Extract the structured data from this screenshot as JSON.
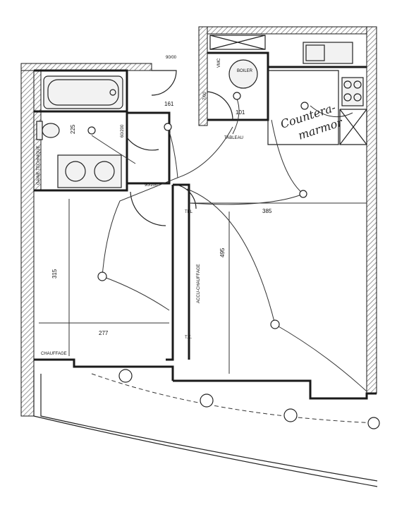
{
  "dimensions": {
    "corridor_top": "90/00",
    "bathroom_width": "225",
    "wc_wall": "60/200",
    "bath_door": "161",
    "boiler_wall": "7/00",
    "boiler_room_dim": "101",
    "bedroom_door": "90/200",
    "bedroom_height": "315",
    "bedroom_width": "277",
    "living_width": "385",
    "living_height": "495"
  },
  "labels": {
    "boiler": "BOILER",
    "vmc": "VMC",
    "tableau": "TABLEAU",
    "gaine": "GAINE TECHNIQUE",
    "accu": "ACCU-CHAUFFAGE",
    "chauffage": "CHAUFFAGE",
    "tk": "T.K.",
    "tel": "TEL",
    "handwritten": [
      "Countera-",
      "marmor"
    ]
  }
}
